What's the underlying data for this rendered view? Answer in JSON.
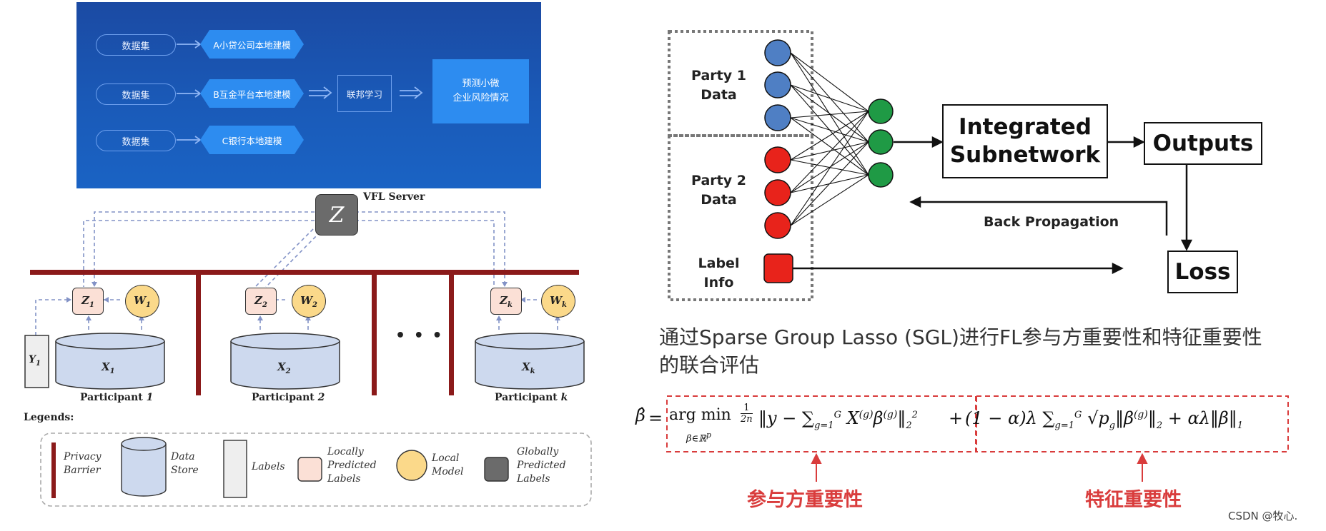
{
  "blue_panel": {
    "dataset_label": "数据集",
    "local_models": [
      "A小贷公司本地建模",
      "B互金平台本地建模",
      "C银行本地建模"
    ],
    "federated_learning": "联邦学习",
    "prediction": [
      "预测小微",
      "企业风险情况"
    ]
  },
  "vfl": {
    "server_label": "VFL Server",
    "server_symbol": "Z",
    "participants": [
      {
        "z": "Z",
        "z_sub": "1",
        "w": "W",
        "w_sub": "1",
        "x": "X",
        "x_sub": "1",
        "caption_prefix": "Participant ",
        "caption_index": "1"
      },
      {
        "z": "Z",
        "z_sub": "2",
        "w": "W",
        "w_sub": "2",
        "x": "X",
        "x_sub": "2",
        "caption_prefix": "Participant ",
        "caption_index": "2"
      },
      {
        "z": "Z",
        "z_sub": "k",
        "w": "W",
        "w_sub": "k",
        "x": "X",
        "x_sub": "k",
        "caption_prefix": "Participant ",
        "caption_index": "k"
      }
    ],
    "label_box": {
      "y": "Y",
      "y_sub": "1"
    },
    "ellipsis": "• • •",
    "legend_title": "Legends:",
    "legends": [
      {
        "text": [
          "Privacy",
          "Barrier"
        ]
      },
      {
        "text": [
          "Data",
          "Store"
        ]
      },
      {
        "text": [
          "Labels"
        ]
      },
      {
        "text": [
          "Locally",
          "Predicted",
          "Labels"
        ]
      },
      {
        "text": [
          "Local",
          "Model"
        ]
      },
      {
        "text": [
          "Globally",
          "Predicted",
          "Labels"
        ]
      }
    ],
    "colors": {
      "barrier": "#8b1a1a",
      "store": "#cdd9ee",
      "local_label": "#fbe0d6",
      "local_model": "#fbd98a",
      "global": "#6b6b6b"
    }
  },
  "nn": {
    "party1": [
      "Party 1",
      "Data"
    ],
    "party2": [
      "Party 2",
      "Data"
    ],
    "label_info": [
      "Label",
      "Info"
    ],
    "integrated": [
      "Integrated",
      "Subnetwork"
    ],
    "outputs": "Outputs",
    "loss": "Loss",
    "back_propagation": "Back Propagation",
    "colors": {
      "party1": "#4f7fc4",
      "party2": "#e8231b",
      "hidden": "#1f9a45"
    }
  },
  "sgl": {
    "line1": "通过Sparse Group Lasso (SGL)进行FL参与方重要性和特征重要性",
    "line2": "的联合评估",
    "label_party": "参与方重要性",
    "label_feature": "特征重要性"
  },
  "watermark": "CSDN @牧心."
}
